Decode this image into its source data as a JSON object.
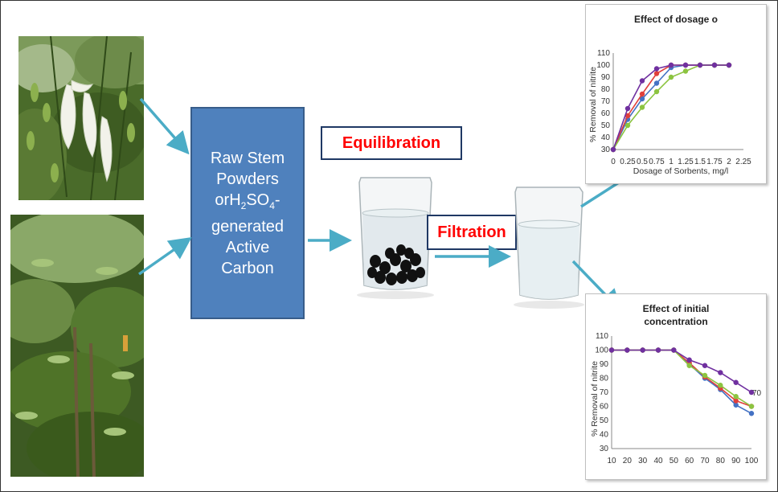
{
  "process": {
    "raw_box": {
      "line1": "Raw Stem",
      "line2": "Powders",
      "line3_pre": "orH",
      "sub1": "2",
      "line3_mid": "SO",
      "sub2": "4",
      "line3_post": "-",
      "line4": "generated",
      "line5": "Active",
      "line6": "Carbon"
    },
    "equilibration": "Equilibration",
    "filtration": "Filtration"
  },
  "colors": {
    "box_fill": "#4f81bd",
    "arrow": "#4bacc6",
    "label_text": "#ff0000",
    "blue": "#4472c4",
    "red": "#e0403c",
    "green": "#8cc440",
    "purple": "#7030a0"
  },
  "chart_data": [
    {
      "type": "line",
      "title": "Effect of dosage o",
      "xlabel": "Dosage of Sorbents, mg/l",
      "ylabel": "% Removal of nitrite",
      "x_tick_labels": [
        "0",
        "0.25",
        "0.5",
        "0.75",
        "1",
        "1.25",
        "1.5",
        "1.75",
        "2",
        "2.25"
      ],
      "y_tick_labels": [
        "110",
        "100",
        "90",
        "80",
        "70",
        "60",
        "50",
        "40",
        "30"
      ],
      "x": [
        0,
        0.25,
        0.5,
        0.75,
        1,
        1.25,
        1.5,
        1.75,
        2
      ],
      "series": [
        {
          "color": "#4472c4",
          "values": [
            30,
            55,
            72,
            85,
            98,
            100,
            100,
            100,
            100
          ]
        },
        {
          "color": "#e0403c",
          "values": [
            30,
            58,
            76,
            93,
            100,
            100,
            100,
            100,
            100
          ]
        },
        {
          "color": "#8cc440",
          "values": [
            30,
            50,
            65,
            78,
            90,
            95,
            100,
            100,
            100
          ]
        },
        {
          "color": "#7030a0",
          "values": [
            30,
            64,
            87,
            97,
            100,
            100,
            100,
            100,
            100
          ]
        }
      ],
      "xlim": [
        0,
        2.25
      ],
      "ylim": [
        30,
        110
      ],
      "grid": false
    },
    {
      "type": "line",
      "title": "Effect of initial concentration",
      "title_line1": "Effect of initial",
      "title_line2": "concentration",
      "xlabel": "",
      "ylabel": "% Removal of nitrite",
      "x_tick_labels": [
        "10",
        "20",
        "30",
        "40",
        "50",
        "60",
        "70",
        "80",
        "90",
        "100"
      ],
      "y_tick_labels": [
        "110",
        "100",
        "90",
        "80",
        "70",
        "60",
        "50",
        "40",
        "30"
      ],
      "x": [
        10,
        20,
        30,
        40,
        50,
        60,
        70,
        80,
        90,
        100
      ],
      "series": [
        {
          "color": "#4472c4",
          "values": [
            100,
            100,
            100,
            100,
            100,
            90,
            80,
            72,
            61,
            55
          ]
        },
        {
          "color": "#e0403c",
          "values": [
            100,
            100,
            100,
            100,
            100,
            91,
            81,
            73,
            64,
            60
          ]
        },
        {
          "color": "#8cc440",
          "values": [
            100,
            100,
            100,
            100,
            100,
            89,
            82,
            75,
            67,
            60
          ]
        },
        {
          "color": "#7030a0",
          "values": [
            100,
            100,
            100,
            100,
            100,
            93,
            89,
            84,
            77,
            70
          ]
        }
      ],
      "data_labels": [
        {
          "series": 3,
          "index": 9,
          "text": "70"
        }
      ],
      "xlim": [
        10,
        100
      ],
      "ylim": [
        30,
        110
      ],
      "grid": false
    }
  ]
}
